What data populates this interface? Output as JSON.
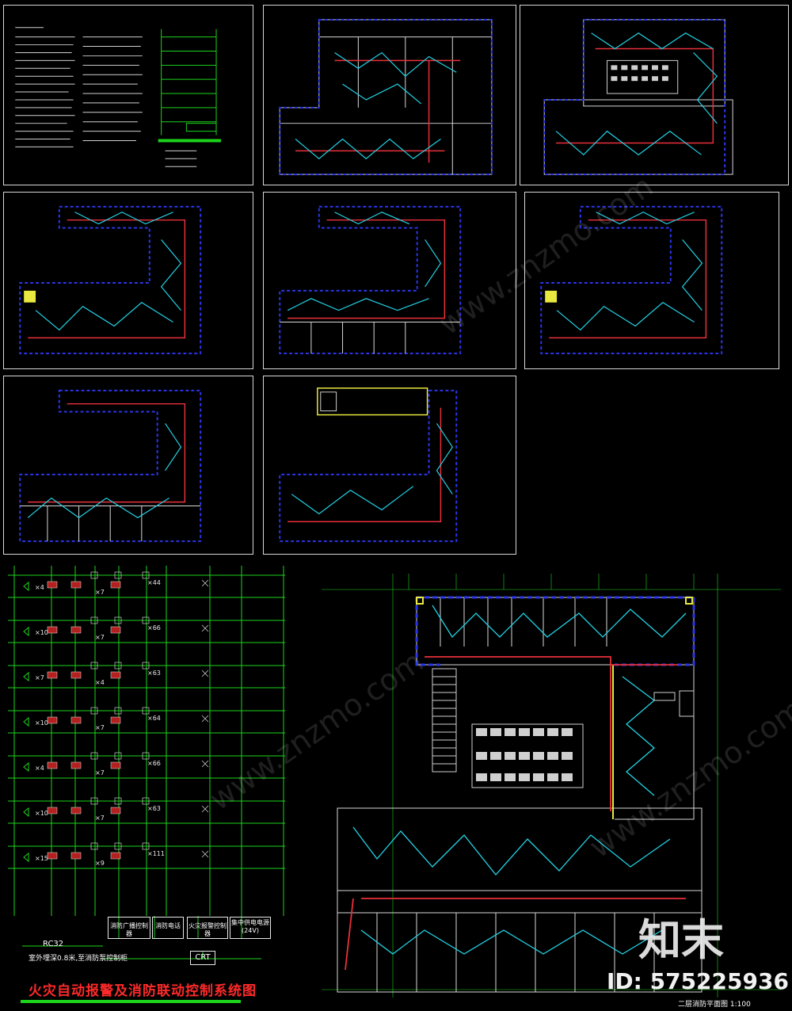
{
  "diagram": {
    "title": "火灾自动报警及消防联动控制系统图",
    "cable_note_1": "RC32",
    "cable_note_2": "室外埋深0.8米,至消防泵控制柜",
    "crt_label": "CRT",
    "control_boxes": [
      "消防广播控制器",
      "消防电话",
      "火灾报警控制器",
      "集中供电电源(24V)"
    ],
    "floor_counts": [
      {
        "speakers": "×4",
        "detectors": "×7",
        "smoke": "×44"
      },
      {
        "speakers": "×10",
        "detectors": "×7",
        "smoke": "×66"
      },
      {
        "speakers": "×7",
        "detectors": "×4",
        "smoke": "×63"
      },
      {
        "speakers": "×10",
        "detectors": "×7",
        "smoke": "×64"
      },
      {
        "speakers": "×4",
        "detectors": "×7",
        "smoke": "×66"
      },
      {
        "speakers": "×10",
        "detectors": "×7",
        "smoke": "×63"
      },
      {
        "speakers": "×15",
        "detectors": "×9",
        "smoke": "×111"
      }
    ],
    "plan_caption": "二层消防平面图",
    "plan_scale": "1:100"
  },
  "watermark": {
    "brand": "知末",
    "id": "ID: 575225936",
    "text": "www.znzmo.com"
  },
  "colors": {
    "background": "#000000",
    "wire_green": "#1cd41c",
    "wire_cyan": "#22d3e6",
    "wire_red": "#e8303a",
    "wire_blue": "#2a36e8",
    "title_red": "#ff2a2a"
  }
}
